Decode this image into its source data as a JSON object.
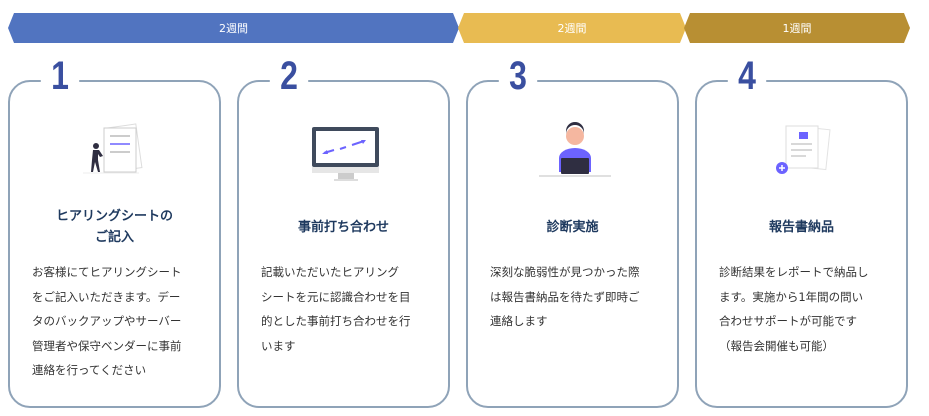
{
  "timeline": [
    {
      "label": "2週間",
      "color": "#5174c0"
    },
    {
      "label": "2週間",
      "color": "#e8bb52"
    },
    {
      "label": "1週間",
      "color": "#b88f33"
    }
  ],
  "steps": [
    {
      "number": "1",
      "title": "ヒアリングシートの\nご記入",
      "body": "お客様にてヒアリングシート\nをご記入いただきます。デー\nタのバックアップやサーバー\n管理者や保守ベンダーに事前\n連絡を行ってください",
      "icon": "document-person-icon"
    },
    {
      "number": "2",
      "title": "事前打ち合わせ",
      "body": "記載いただいたヒアリング\nシートを元に認識合わせを目\n的とした事前打ち合わせを行\nいます",
      "icon": "monitor-arrows-icon"
    },
    {
      "number": "3",
      "title": "診断実施",
      "body": "深刻な脆弱性が見つかった際\nは報告書納品を待たず即時ご\n連絡します",
      "icon": "person-laptop-icon"
    },
    {
      "number": "4",
      "title": "報告書納品",
      "body": "診断結果をレポートで納品し\nます。実施から1年間の問い\n合わせサポートが可能です\n（報告会開催も可能）",
      "icon": "report-add-icon"
    }
  ]
}
